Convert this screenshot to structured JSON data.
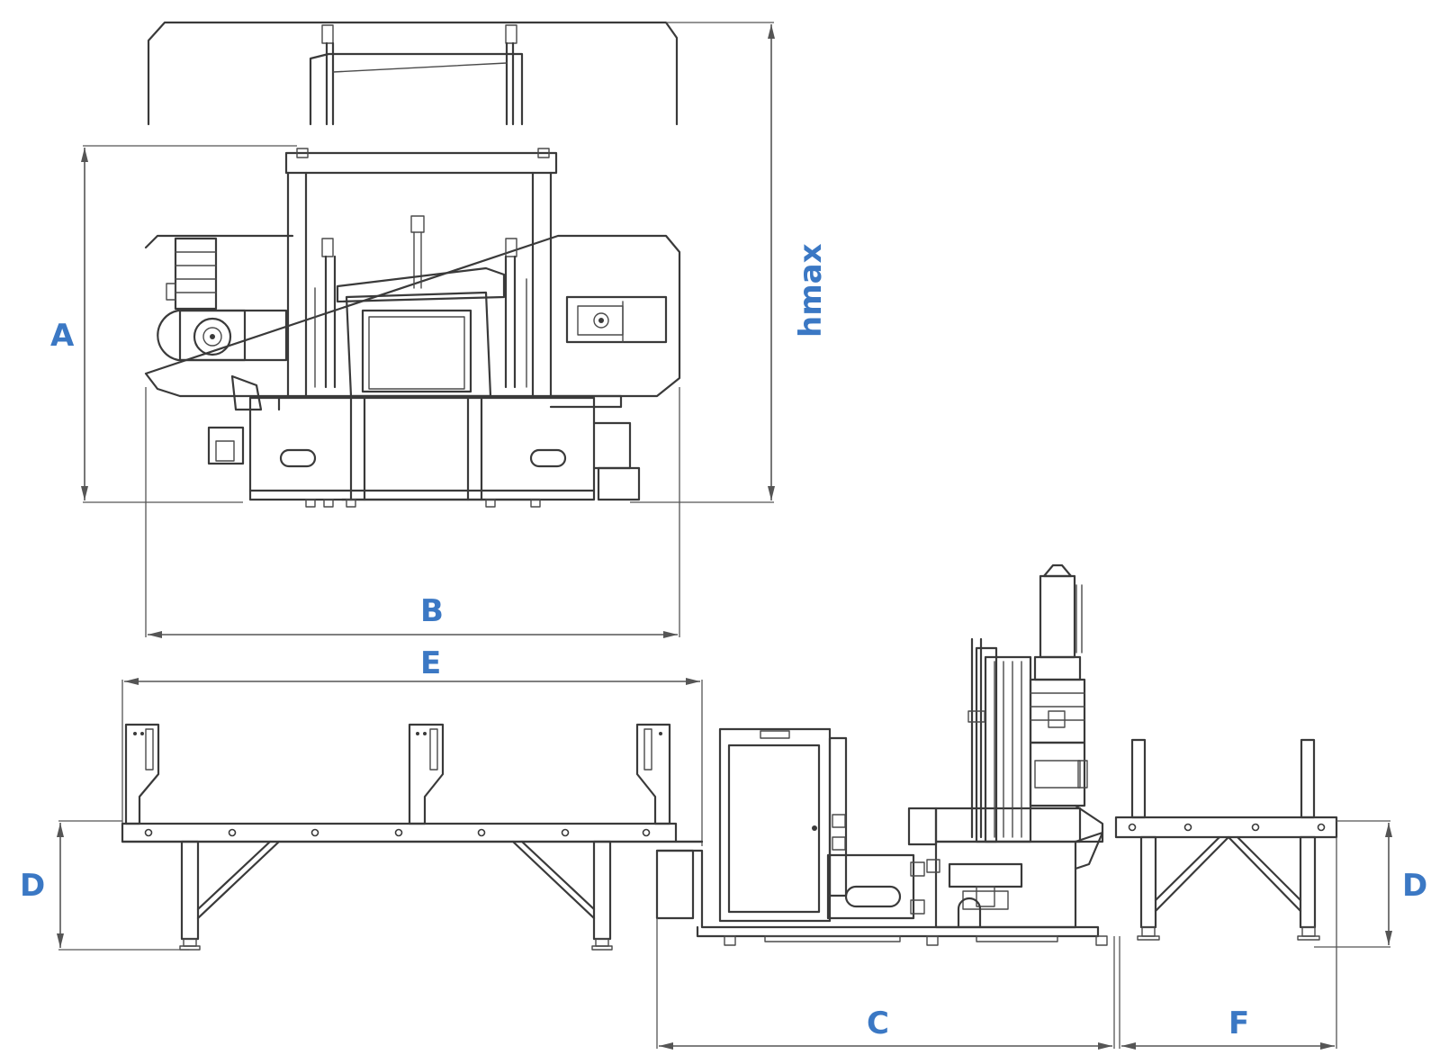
{
  "labels": {
    "A": "A",
    "B": "B",
    "C": "C",
    "D_left": "D",
    "D_right": "D",
    "E": "E",
    "F": "F",
    "hmax": "hmax"
  },
  "colors": {
    "label_blue": "#3b78c4",
    "line_gray": "#3a3a3a"
  }
}
